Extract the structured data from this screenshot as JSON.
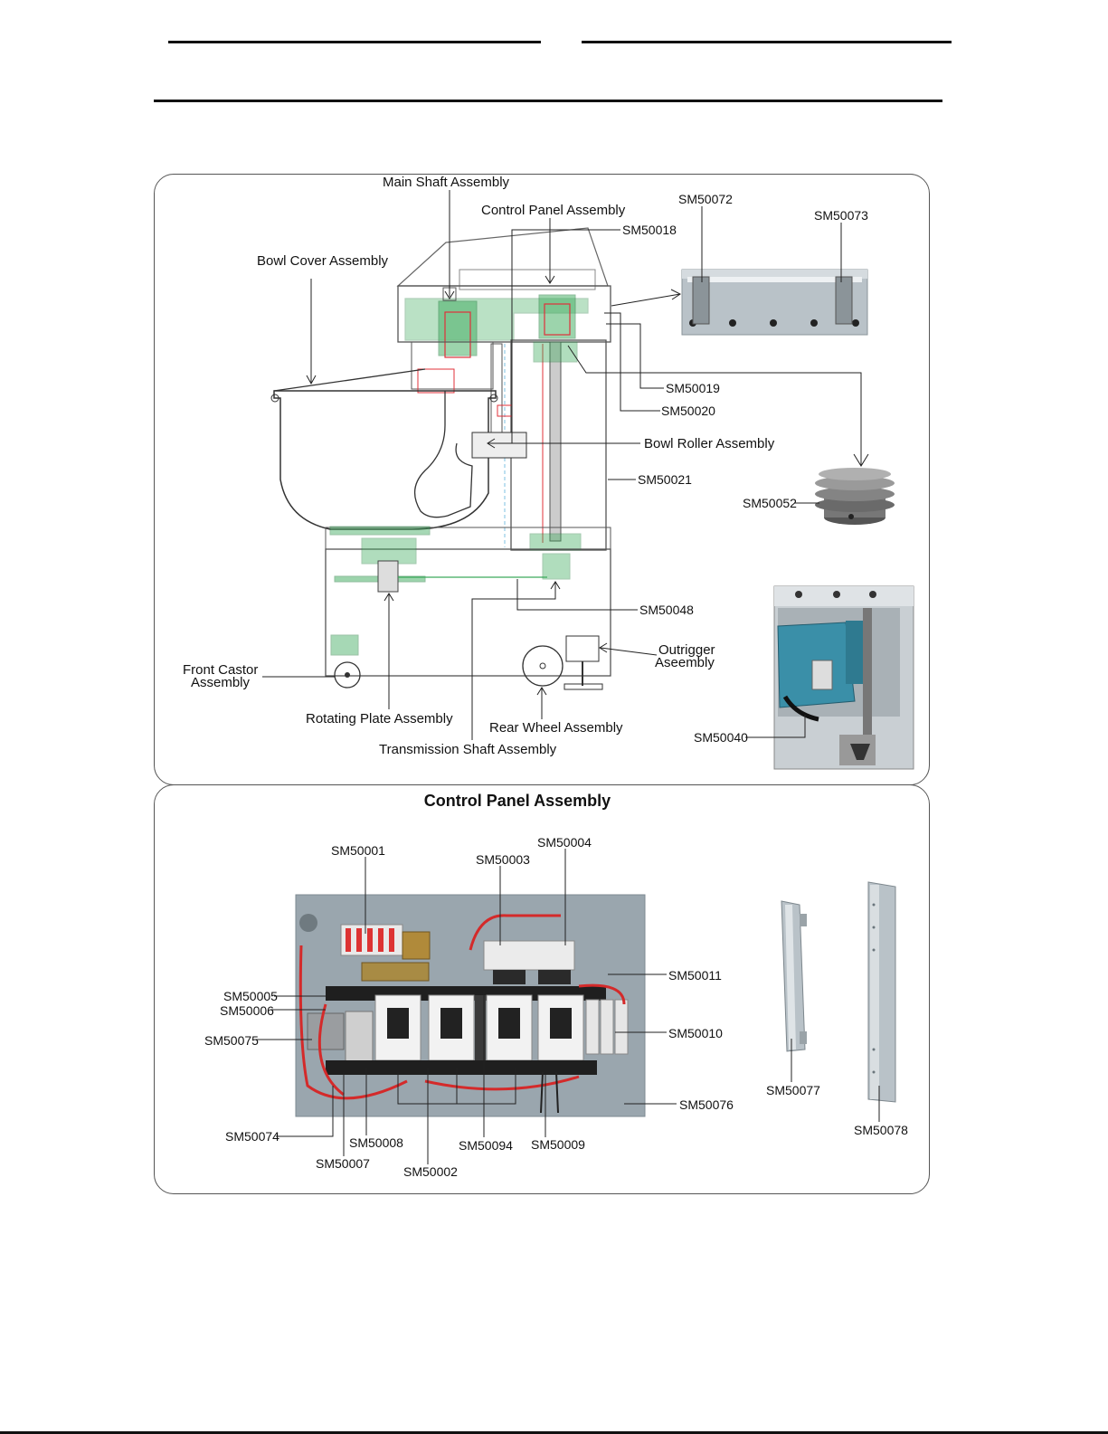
{
  "diagram": {
    "labels": {
      "main_shaft": "Main Shaft Assembly",
      "control_panel": "Control Panel Assembly",
      "bowl_cover": "Bowl Cover Assembly",
      "bowl_roller": "Bowl Roller Assembly",
      "front_castor_1": "Front Castor",
      "front_castor_2": "Assembly",
      "rotating_plate": "Rotating Plate Assembly",
      "rear_wheel": "Rear Wheel Assembly",
      "transmission_shaft": "Transmission Shaft Assembly",
      "outrigger_1": "Outrigger",
      "outrigger_2": "Aseembly"
    },
    "codes": {
      "sm50018": "SM50018",
      "sm50019": "SM50019",
      "sm50020": "SM50020",
      "sm50021": "SM50021",
      "sm50048": "SM50048",
      "sm50072": "SM50072",
      "sm50073": "SM50073",
      "sm50052": "SM50052",
      "sm50040": "SM50040"
    }
  },
  "control_panel": {
    "title": "Control Panel Assembly",
    "codes": {
      "sm50001": "SM50001",
      "sm50003": "SM50003",
      "sm50004": "SM50004",
      "sm50005": "SM50005",
      "sm50006": "SM50006",
      "sm50075": "SM50075",
      "sm50011": "SM50011",
      "sm50010": "SM50010",
      "sm50076": "SM50076",
      "sm50074": "SM50074",
      "sm50008": "SM50008",
      "sm50007": "SM50007",
      "sm50094": "SM50094",
      "sm50009": "SM50009",
      "sm50002": "SM50002",
      "sm50077": "SM50077",
      "sm50078": "SM50078"
    }
  },
  "colors": {
    "green_part": "#3cab5c",
    "red_part": "#e0303a",
    "panel_grey": "#9aa6ae",
    "motor_blue": "#3a8fa8",
    "steel": "#b9c2c8"
  }
}
